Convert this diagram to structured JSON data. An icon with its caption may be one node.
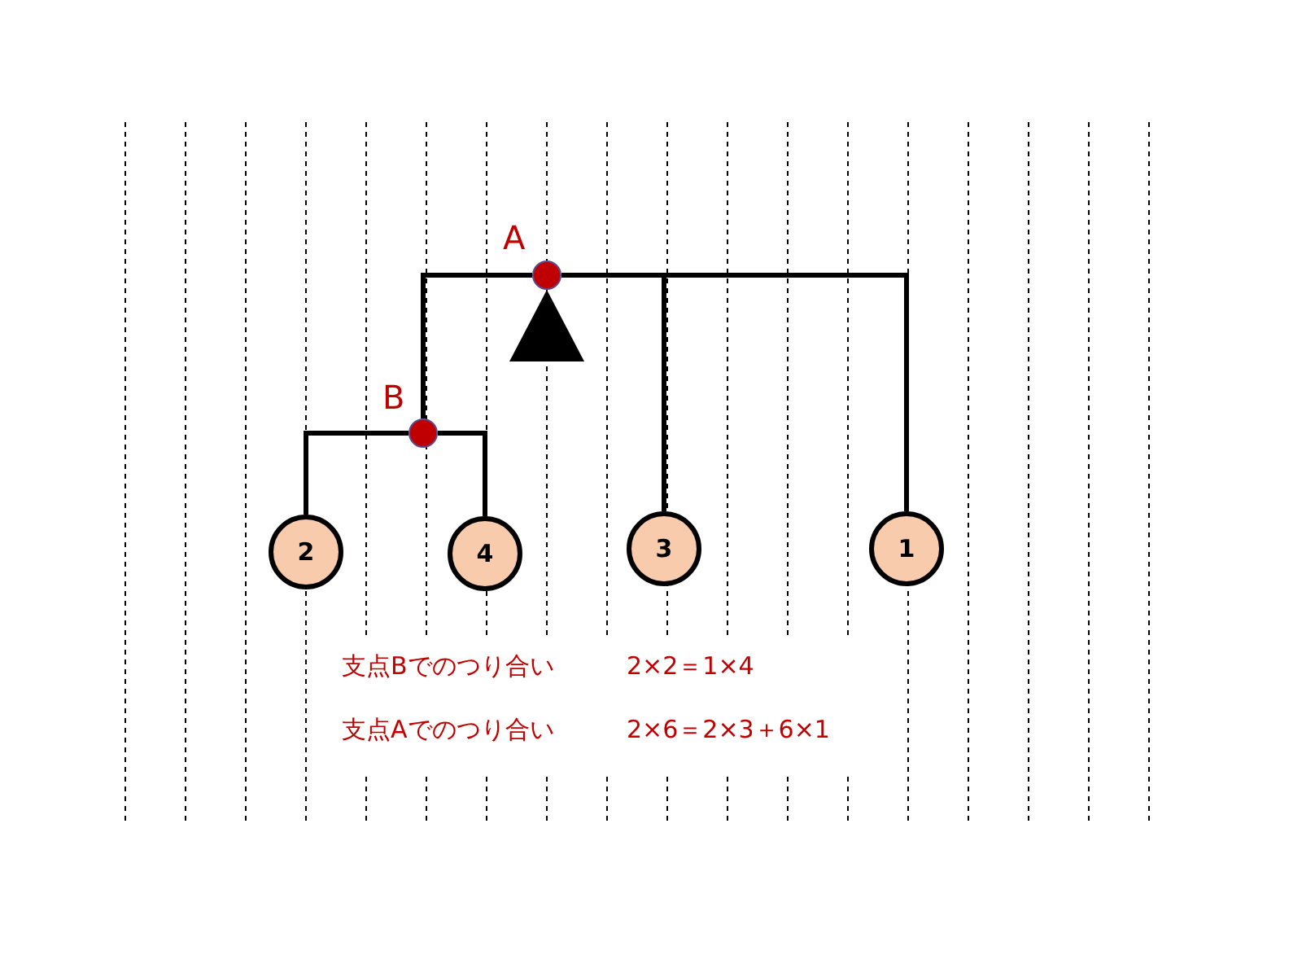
{
  "diagram": {
    "nodes": [
      {
        "text": [],
        "shape": "circle",
        "beside": [
          "A"
        ]
      },
      {
        "text": [],
        "shape": "circle",
        "beside": [
          "B"
        ]
      },
      {
        "text": [
          "2"
        ]
      },
      {
        "text": [
          "4"
        ]
      },
      {
        "text": [
          "3"
        ]
      },
      {
        "text": [
          "1"
        ]
      }
    ],
    "edges": [
      {
        "from": 0,
        "to": 1,
        "arrow": "none"
      },
      {
        "from": 0,
        "to": 4,
        "arrow": "none"
      },
      {
        "from": 0,
        "to": 5,
        "arrow": "none"
      },
      {
        "from": 1,
        "to": 2,
        "arrow": "none"
      },
      {
        "from": 1,
        "to": 3,
        "arrow": "none"
      }
    ],
    "labels": [
      "支点Bでのつり合い",
      "2×2＝1×4",
      "支点Aでのつり合い",
      "2×6＝2×3＋6×1"
    ]
  }
}
